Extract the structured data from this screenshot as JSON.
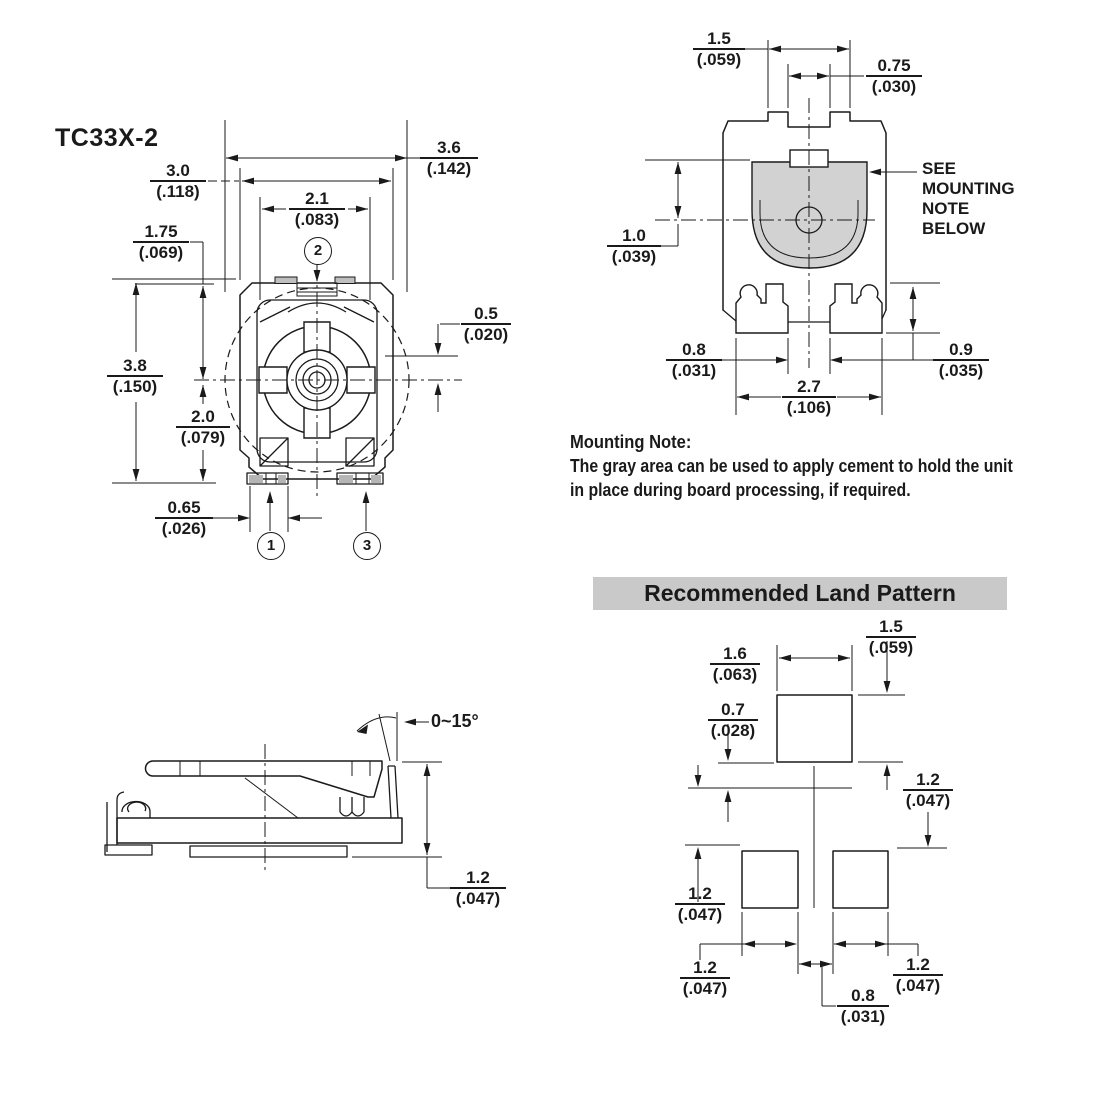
{
  "colors": {
    "line": "#1a1a1a",
    "shade": "#d2d2d2",
    "header_bg": "#c9c9c9",
    "tab_fill": "#bfbfbf"
  },
  "title": "TC33X-2",
  "top_view": {
    "dims": {
      "rotor_od": {
        "mm": "3.6",
        "in": "(.142)"
      },
      "body_width": {
        "mm": "3.0",
        "in": "(.118)"
      },
      "slot_width": {
        "mm": "2.1",
        "in": "(.083)"
      },
      "upper_height": {
        "mm": "1.75",
        "in": "(.069)"
      },
      "total_height": {
        "mm": "3.8",
        "in": "(.150)"
      },
      "lower_height": {
        "mm": "2.0",
        "in": "(.079)"
      },
      "edge_offset": {
        "mm": "0.5",
        "in": "(.020)"
      },
      "pad_width": {
        "mm": "0.65",
        "in": "(.026)"
      }
    },
    "terminals": {
      "t1": "1",
      "t2": "2",
      "t3": "3"
    }
  },
  "front_view": {
    "dims": {
      "slot_outer": {
        "mm": "1.5",
        "in": "(.059)"
      },
      "slot_inner": {
        "mm": "0.75",
        "in": "(.030)"
      },
      "cement_depth": {
        "mm": "1.0",
        "in": "(.039)"
      },
      "foot_gap": {
        "mm": "0.8",
        "in": "(.031)"
      },
      "foot_span": {
        "mm": "2.7",
        "in": "(.106)"
      },
      "foot_height": {
        "mm": "0.9",
        "in": "(.035)"
      }
    },
    "callout": {
      "l1": "SEE",
      "l2": "MOUNTING",
      "l3": "NOTE",
      "l4": "BELOW"
    }
  },
  "mounting_note": {
    "heading": "Mounting Note:",
    "line1": "The gray area can be used to apply cement to hold the unit",
    "line2": "in place during board processing, if required."
  },
  "land_pattern": {
    "header": "Recommended Land Pattern",
    "dims": {
      "top_pad_width": {
        "mm": "1.6",
        "in": "(.063)"
      },
      "top_pad_height": {
        "mm": "1.5",
        "in": "(.059)"
      },
      "top_clearance": {
        "mm": "0.7",
        "in": "(.028)"
      },
      "right_clearance": {
        "mm": "1.2",
        "in": "(.047)"
      },
      "left_clearance": {
        "mm": "1.2",
        "in": "(.047)"
      },
      "left_pad_width": {
        "mm": "1.2",
        "in": "(.047)"
      },
      "pad_gap": {
        "mm": "0.8",
        "in": "(.031)"
      },
      "right_pad_width": {
        "mm": "1.2",
        "in": "(.047)"
      }
    }
  },
  "side_view": {
    "angle": "0~15°",
    "dims": {
      "height": {
        "mm": "1.2",
        "in": "(.047)"
      }
    }
  }
}
